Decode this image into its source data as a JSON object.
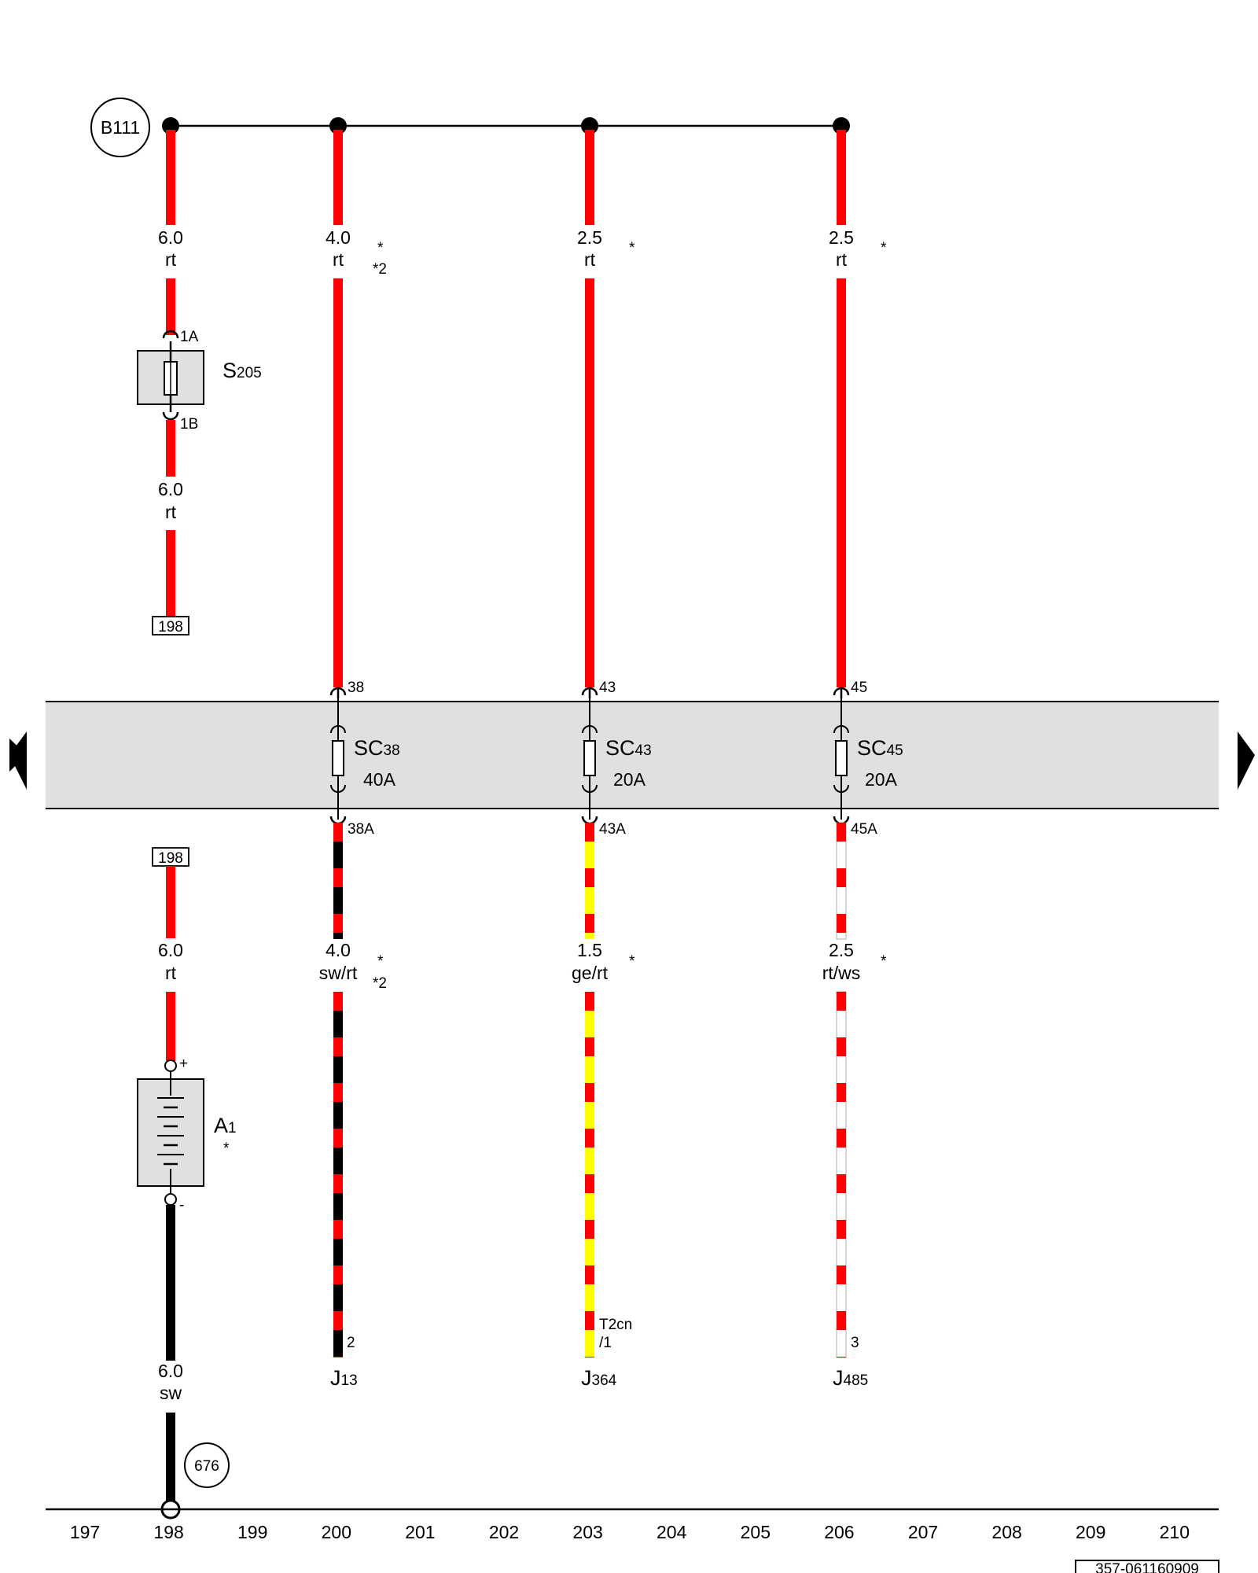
{
  "header": {
    "ref_circle": "B111"
  },
  "wires_top": [
    {
      "size": "6.0",
      "color": "rt",
      "note": "",
      "note2": ""
    },
    {
      "size": "4.0",
      "color": "rt",
      "note": "*",
      "note2": "*2"
    },
    {
      "size": "2.5",
      "color": "rt",
      "note": "*",
      "note2": ""
    },
    {
      "size": "2.5",
      "color": "rt",
      "note": "*",
      "note2": ""
    }
  ],
  "fuse_s205": {
    "name": "S",
    "sub": "205",
    "pin_top": "1A",
    "pin_bottom": "1B",
    "wire_size": "6.0",
    "wire_color": "rt",
    "ref_box": "198"
  },
  "fuse_carrier": {
    "fuses": [
      {
        "pin_in": "38",
        "name": "SC",
        "sub": "38",
        "rating": "40A",
        "pin_out": "38A"
      },
      {
        "pin_in": "43",
        "name": "SC",
        "sub": "43",
        "rating": "20A",
        "pin_out": "43A"
      },
      {
        "pin_in": "45",
        "name": "SC",
        "sub": "45",
        "rating": "20A",
        "pin_out": "45A"
      }
    ]
  },
  "wires_bottom": [
    {
      "size": "6.0",
      "color": "rt",
      "note": "",
      "note2": ""
    },
    {
      "size": "4.0",
      "color": "sw/rt",
      "note": "*",
      "note2": "*2"
    },
    {
      "size": "1.5",
      "color": "ge/rt",
      "note": "*",
      "note2": ""
    },
    {
      "size": "2.5",
      "color": "rt/ws",
      "note": "*",
      "note2": ""
    }
  ],
  "battery": {
    "name": "A",
    "sub": "1",
    "note": "*",
    "plus": "+",
    "minus": "-",
    "ref_box": "198",
    "ground_wire_size": "6.0",
    "ground_wire_color": "sw",
    "ground_ref": "676"
  },
  "connectors": [
    {
      "pin": "2",
      "pin2": "",
      "name": "J",
      "sub": "13"
    },
    {
      "pin": "T2cn",
      "pin2": "/1",
      "name": "J",
      "sub": "364"
    },
    {
      "pin": "3",
      "pin2": "",
      "name": "J",
      "sub": "485"
    }
  ],
  "colors": {
    "rt": "#ff0000",
    "sw": "#000000",
    "ge": "#ffff00",
    "ws": "#ffffff",
    "carrier_fill": "#e0e0e0"
  },
  "column_numbers": [
    "197",
    "198",
    "199",
    "200",
    "201",
    "202",
    "203",
    "204",
    "205",
    "206",
    "207",
    "208",
    "209",
    "210"
  ],
  "doc_id": "357-061160909"
}
